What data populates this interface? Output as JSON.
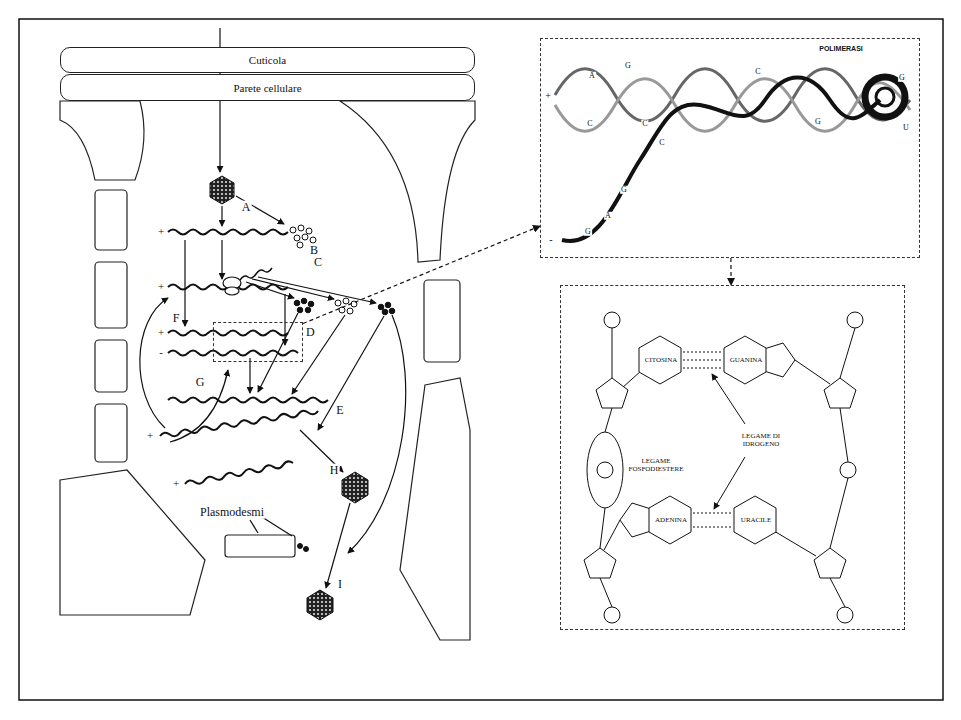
{
  "diagram": {
    "nodes": [
      {
        "text": [
          "Cuticola"
        ]
      },
      {
        "text": [
          "Parete cellulare"
        ]
      },
      {
        "text": [
          "D"
        ]
      },
      {
        "text": [
          "POLIMERASI"
        ]
      },
      {
        "text": [
          "CITOSINA",
          "GUANINA",
          "ADENINA",
          "URACILE",
          "LEGAME FOSFODIESTERE",
          "LEGAME DI IDROGENO"
        ]
      }
    ],
    "edges": [
      {
        "from": 2,
        "to": 3,
        "arrow": "to"
      },
      {
        "from": 3,
        "to": 4,
        "arrow": "to"
      }
    ],
    "labels": [
      "A",
      "B",
      "C",
      "E",
      "F",
      "G",
      "H",
      "I",
      "Plasmodesmi",
      "+",
      "+",
      "+",
      "-",
      "+",
      "+",
      "+",
      "-",
      "A",
      "C",
      "G",
      "C",
      "G",
      "A",
      "G",
      "C",
      "U",
      "G",
      "C",
      "G"
    ]
  }
}
